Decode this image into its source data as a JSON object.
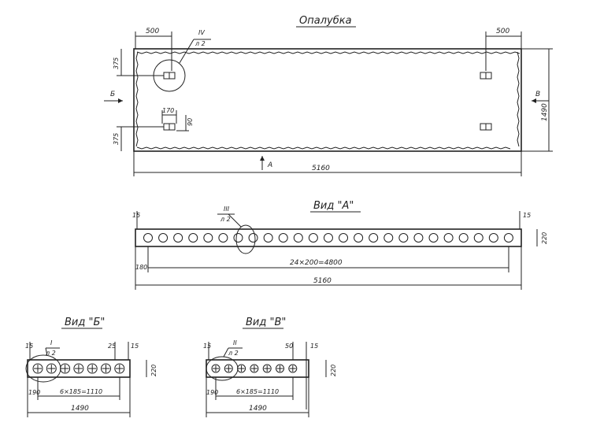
{
  "sections": {
    "formwork": {
      "title": "Опалубка",
      "dim_top_left": "500",
      "dim_top_right": "500",
      "dim_length": "5160",
      "dim_height": "1490",
      "dim_left_top": "375",
      "dim_left_bottom": "375",
      "dim_170": "170",
      "dim_90": "90",
      "callout_num": "IV",
      "callout_sheet": "л 2",
      "arrow_b": "Б",
      "arrow_v": "В",
      "arrow_a": "А"
    },
    "view_a": {
      "title": "Вид \"А\"",
      "callout_num": "III",
      "callout_sheet": "л 2",
      "dim_left_15": "15",
      "dim_right_15": "15",
      "dim_180": "180",
      "dim_span": "24×200=4800",
      "dim_length": "5160",
      "dim_height": "220"
    },
    "view_b": {
      "title": "Вид \"Б\"",
      "callout_num": "I",
      "callout_sheet": "л 2",
      "dim_15_left": "15",
      "dim_25": "25",
      "dim_15_right": "15",
      "dim_190": "190",
      "dim_span": "6×185=1110",
      "dim_length": "1490",
      "dim_height": "220"
    },
    "view_v": {
      "title": "Вид \"В\"",
      "callout_num": "II",
      "callout_sheet": "л 2",
      "dim_15_left": "15",
      "dim_50": "50",
      "dim_15_right": "15",
      "dim_190": "190",
      "dim_span": "6×185=1110",
      "dim_length": "1490",
      "dim_height": "220"
    }
  },
  "view_a_hole_count": 25,
  "side_view_hole_count": 7,
  "colors": {
    "ink": "#222222",
    "paper": "#ffffff"
  }
}
